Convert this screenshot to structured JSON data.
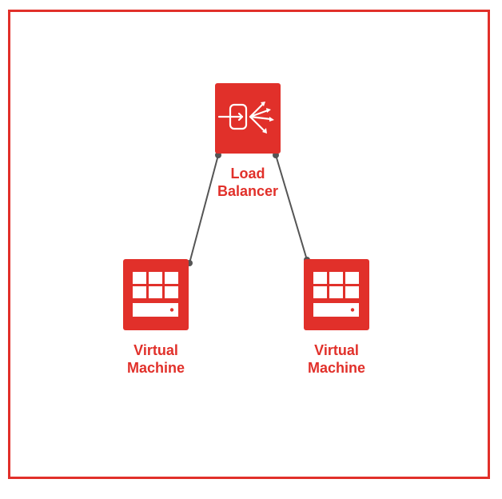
{
  "colors": {
    "accent": "#e1302a",
    "connector": "#555555",
    "background": "#ffffff"
  },
  "nodes": {
    "load_balancer": {
      "label": "Load\nBalancer",
      "icon": "load-balancer-icon"
    },
    "vm_left": {
      "label": "Virtual\nMachine",
      "icon": "virtual-machine-icon"
    },
    "vm_right": {
      "label": "Virtual\nMachine",
      "icon": "virtual-machine-icon"
    }
  },
  "edges": [
    {
      "from": "load_balancer",
      "to": "vm_left"
    },
    {
      "from": "load_balancer",
      "to": "vm_right"
    }
  ]
}
